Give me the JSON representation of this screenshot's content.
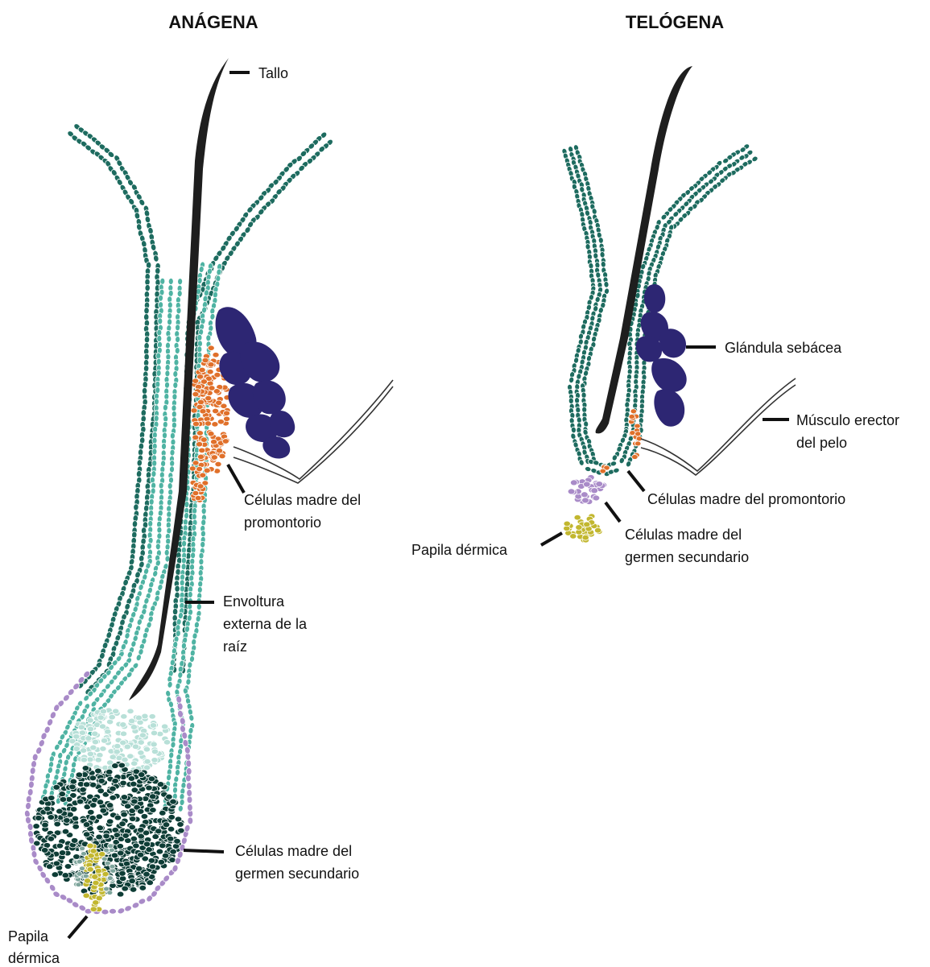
{
  "titles": {
    "anagen": "ANÁGENA",
    "telogen": "TELÓGENA"
  },
  "anagen_labels": {
    "shaft": "Tallo",
    "bulge_line1": "Células madre del",
    "bulge_line2": "promontorio",
    "orw_line1": "Envoltura",
    "orw_line2": "externa de la",
    "orw_line3": "raíz",
    "hg_line1": "Células madre del",
    "hg_line2": "germen secundario",
    "dp_line1": "Papila",
    "dp_line2": "dérmica"
  },
  "telogen_labels": {
    "sebaceous": "Glándula sebácea",
    "apm_line1": "Músculo erector",
    "apm_line2": "del pelo",
    "bulge": "Células madre del promontorio",
    "hg_line1": "Células madre del",
    "hg_line2": "germen secundario",
    "dp": "Papila dérmica"
  },
  "colors": {
    "outer_root_sheath": "#1d6b5f",
    "inner_sheath": "#4fb3a3",
    "matrix_light": "#b8e0d8",
    "matrix": "#0e3d36",
    "hair_germ": "#a98bc8",
    "bulge": "#e0702a",
    "sebaceous": "#2d2673",
    "dermal_papilla": "#c2b72f",
    "shaft": "#1e1e1e"
  }
}
